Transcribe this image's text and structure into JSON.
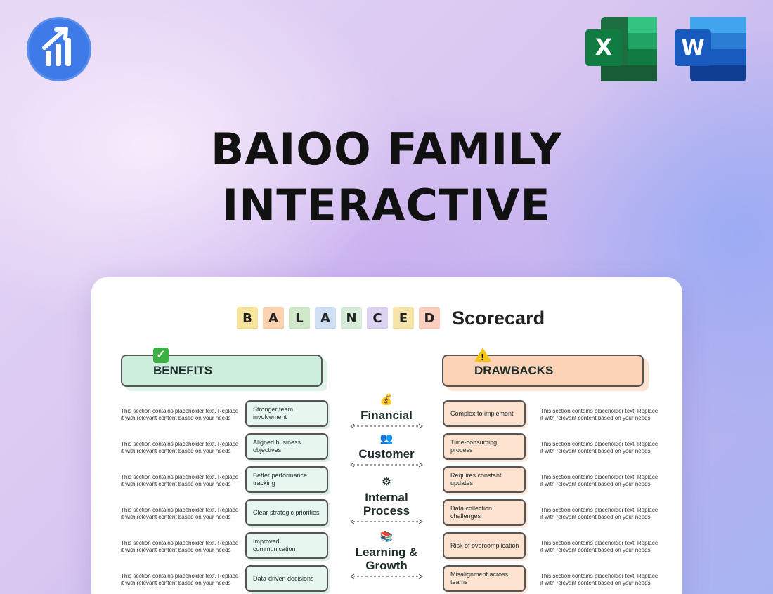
{
  "hero": {
    "title_line1": "BAIOO FAMILY",
    "title_line2": "INTERACTIVE"
  },
  "icons": {
    "app_logo": "bar-chart-arrow-icon",
    "excel": "excel-icon",
    "word": "word-icon",
    "excel_letter": "X",
    "word_letter": "W"
  },
  "scorecard": {
    "letters": [
      {
        "char": "B",
        "color": "#f8e49a"
      },
      {
        "char": "A",
        "color": "#fbd3b0"
      },
      {
        "char": "L",
        "color": "#cfe9c9"
      },
      {
        "char": "A",
        "color": "#cfe0f5"
      },
      {
        "char": "N",
        "color": "#d7edd9"
      },
      {
        "char": "C",
        "color": "#dcd3f1"
      },
      {
        "char": "E",
        "color": "#f7e4a8"
      },
      {
        "char": "D",
        "color": "#fbcfc0"
      }
    ],
    "word": "Scorecard"
  },
  "benefits": {
    "label": "BENEFITS",
    "icon": "check-icon",
    "items": [
      {
        "label": "Stronger team involvement",
        "desc": "This section contains placeholder text. Replace it with relevant content based on your needs"
      },
      {
        "label": "Aligned business objectives",
        "desc": "This section contains placeholder text. Replace it with relevant content based on your needs"
      },
      {
        "label": "Better performance tracking",
        "desc": "This section contains placeholder text. Replace it with relevant content based on your needs"
      },
      {
        "label": "Clear strategic priorities",
        "desc": "This section contains placeholder text. Replace it with relevant content based on your needs"
      },
      {
        "label": "Improved communication",
        "desc": "This section contains placeholder text. Replace it with relevant content based on your needs"
      },
      {
        "label": "Data-driven decisions",
        "desc": "This section contains placeholder text. Replace it with relevant content based on your needs"
      }
    ]
  },
  "drawbacks": {
    "label": "DRAWBACKS",
    "icon": "warning-icon",
    "items": [
      {
        "label": "Complex to implement",
        "desc": "This section contains placeholder text. Replace it with relevant content based on your needs"
      },
      {
        "label": "Time-consuming process",
        "desc": "This section contains placeholder text. Replace it with relevant content based on your needs"
      },
      {
        "label": "Requires constant updates",
        "desc": "This section contains placeholder text. Replace it with relevant content based on your needs"
      },
      {
        "label": "Data collection challenges",
        "desc": "This section contains placeholder text. Replace it with relevant content based on your needs"
      },
      {
        "label": "Risk of overcomplication",
        "desc": "This section contains placeholder text. Replace it with relevant content based on your needs"
      },
      {
        "label": "Misalignment across teams",
        "desc": "This section contains placeholder text. Replace it with relevant content based on your needs"
      }
    ]
  },
  "perspectives": [
    {
      "emoji": "💰",
      "icon": "money-bag-icon",
      "line1": "Financial",
      "line2": ""
    },
    {
      "emoji": "👥",
      "icon": "people-icon",
      "line1": "Customer",
      "line2": ""
    },
    {
      "emoji": "⚙",
      "icon": "gear-icon",
      "line1": "Internal",
      "line2": "Process"
    },
    {
      "emoji": "📚",
      "icon": "books-icon",
      "line1": "Learning &",
      "line2": "Growth"
    }
  ]
}
